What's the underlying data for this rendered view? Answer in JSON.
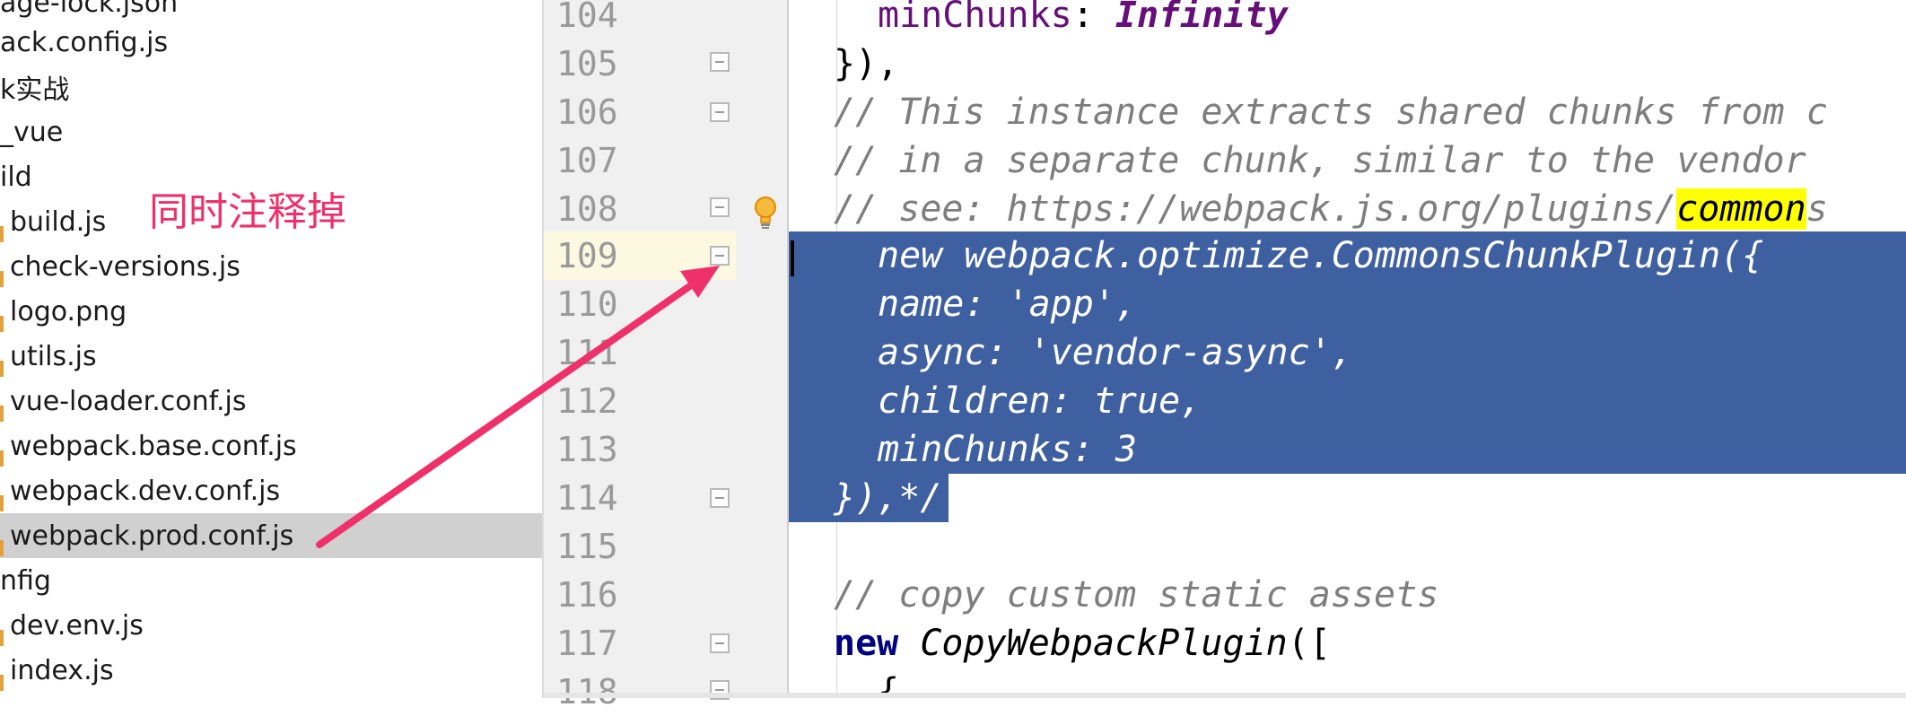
{
  "project_tree": {
    "annotation": "同时注释掉",
    "items": [
      {
        "label": "age-lock.json",
        "selected": false,
        "file": false
      },
      {
        "label": "ack.config.js",
        "selected": false,
        "file": false
      },
      {
        "label": "k实战",
        "selected": false,
        "file": false
      },
      {
        "label": "_vue",
        "selected": false,
        "file": false
      },
      {
        "label": "ild",
        "selected": false,
        "file": false
      },
      {
        "label": "build.js",
        "selected": false,
        "file": true
      },
      {
        "label": "check-versions.js",
        "selected": false,
        "file": true
      },
      {
        "label": "logo.png",
        "selected": false,
        "file": true
      },
      {
        "label": "utils.js",
        "selected": false,
        "file": true
      },
      {
        "label": "vue-loader.conf.js",
        "selected": false,
        "file": true
      },
      {
        "label": "webpack.base.conf.js",
        "selected": false,
        "file": true
      },
      {
        "label": "webpack.dev.conf.js",
        "selected": false,
        "file": true
      },
      {
        "label": "webpack.prod.conf.js",
        "selected": true,
        "file": true
      },
      {
        "label": "nfig",
        "selected": false,
        "file": false
      },
      {
        "label": "dev.env.js",
        "selected": false,
        "file": true
      },
      {
        "label": "index.js",
        "selected": false,
        "file": true
      }
    ]
  },
  "gutter": {
    "line_numbers": [
      "104",
      "105",
      "106",
      "107",
      "108",
      "109",
      "110",
      "111",
      "112",
      "113",
      "114",
      "115",
      "116",
      "117",
      "118"
    ],
    "current_line": "109"
  },
  "editor": {
    "lines": {
      "l104": {
        "key": "minChunks",
        "sep": ": ",
        "value": "Infinity"
      },
      "l105": "}),",
      "l106": "// This instance extracts shared chunks from c",
      "l107": "// in a separate chunk, similar to the vendor",
      "l108_pre": "// see: https://webpack.js.org/plugins/",
      "l108_match": "common",
      "l108_post": "s",
      "l109_open": "/*",
      "l109": "new webpack.optimize.CommonsChunkPlugin({",
      "l110": "name: 'app',",
      "l111": "async: 'vendor-async',",
      "l112": "children: true,",
      "l113": "minChunks: 3",
      "l114": "}),*/",
      "l115": "",
      "l116": "// copy custom static assets",
      "l117_kw": "new",
      "l117_cls": "CopyWebpackPlugin",
      "l117_rest": "([",
      "l118": "{"
    }
  },
  "colors": {
    "selection": "#3e5fa0",
    "annotation": "#f0306a",
    "search_highlight": "#ffff00",
    "keyword": "#000080",
    "comment": "#7e7e7e"
  }
}
